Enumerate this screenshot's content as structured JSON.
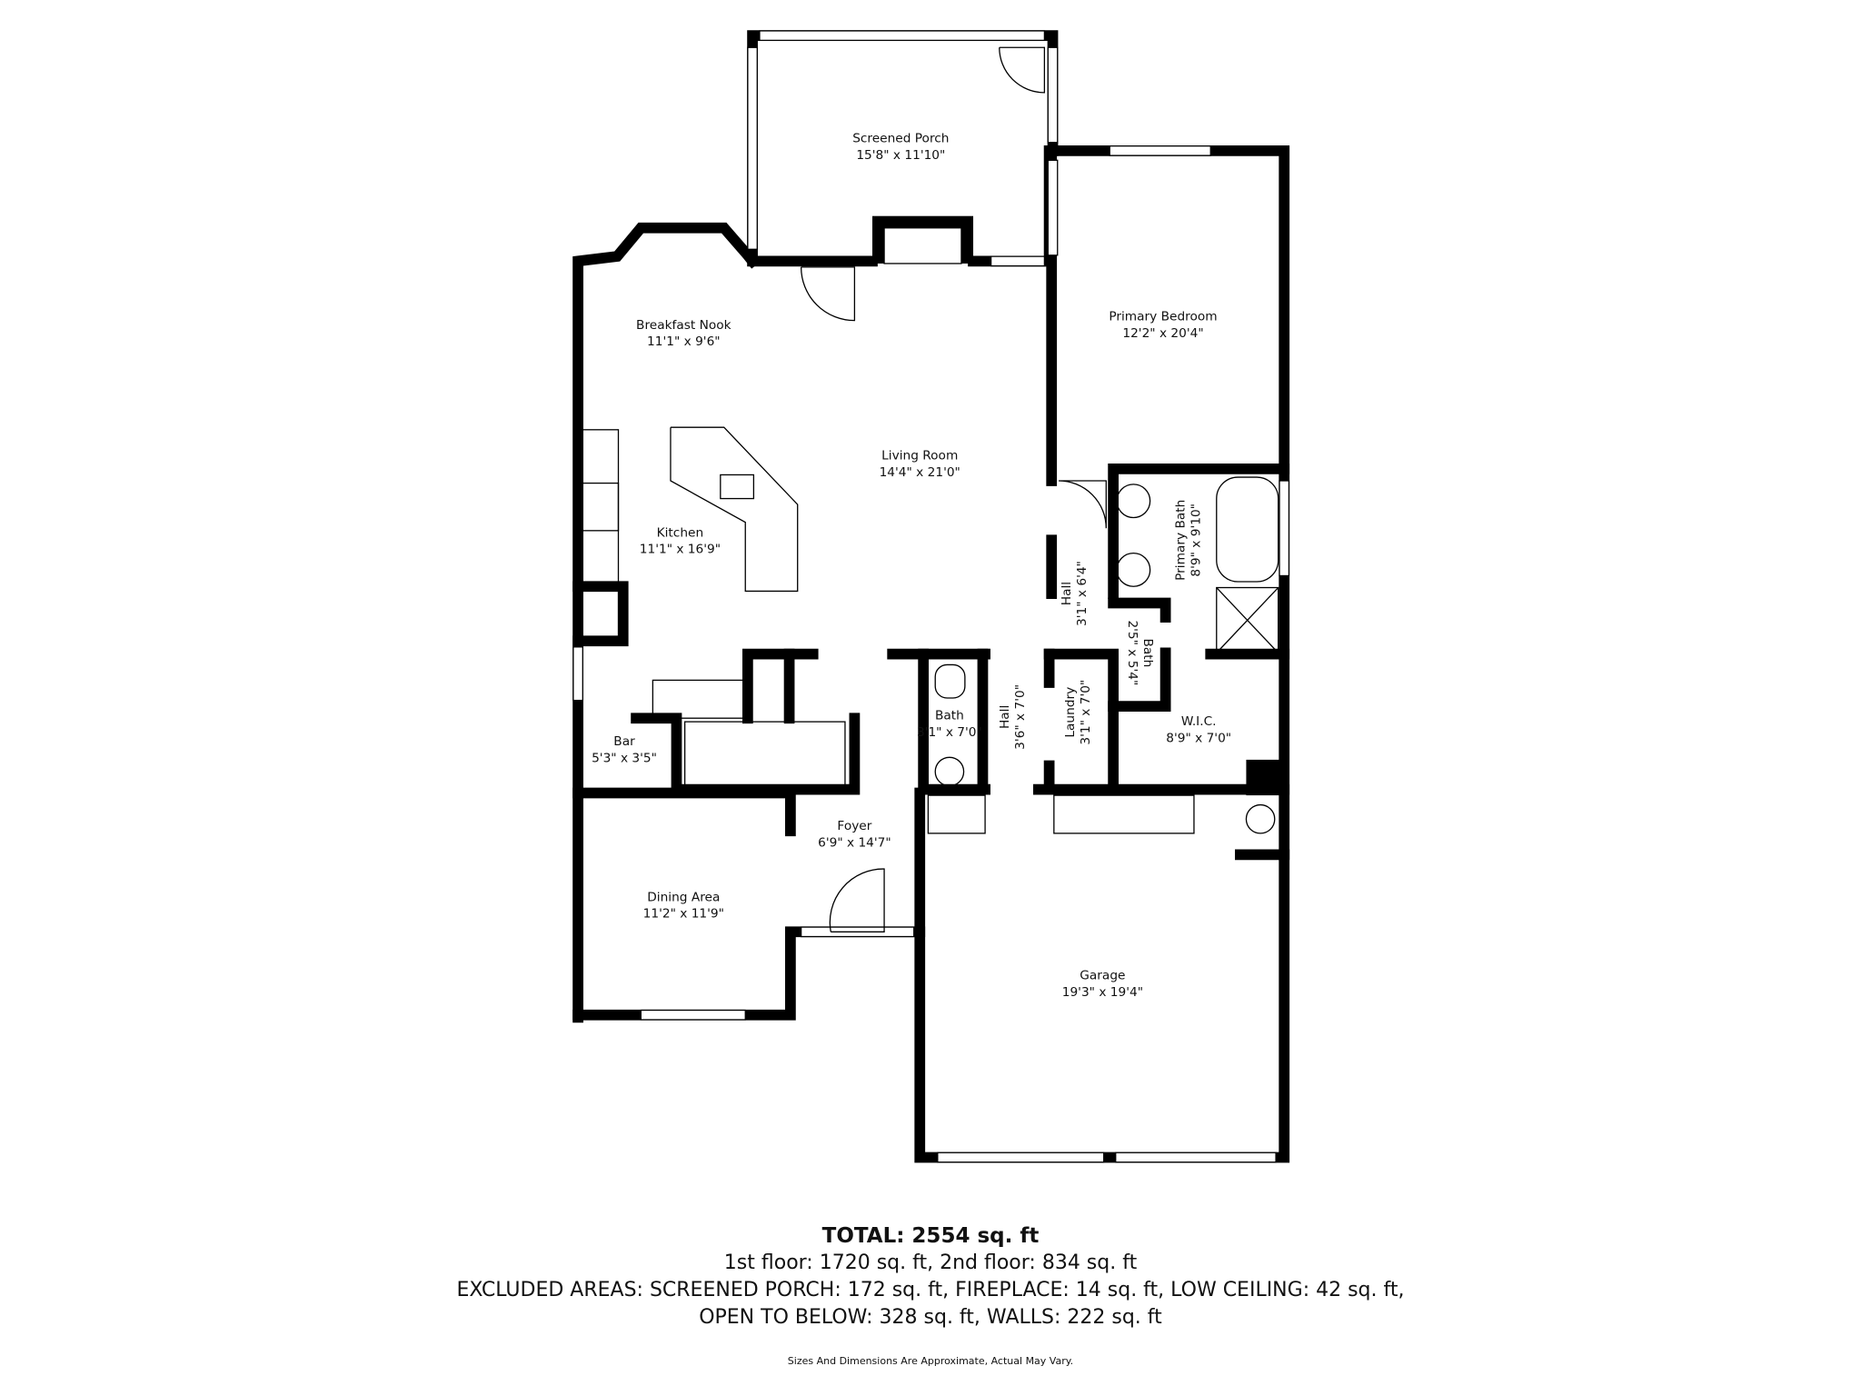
{
  "rooms": {
    "screened_porch": {
      "name": "Screened Porch",
      "dims": "15'8\" x 11'10\""
    },
    "breakfast_nook": {
      "name": "Breakfast Nook",
      "dims": "11'1\" x 9'6\""
    },
    "primary_bedroom": {
      "name": "Primary Bedroom",
      "dims": "12'2\" x 20'4\""
    },
    "living_room": {
      "name": "Living Room",
      "dims": "14'4\" x 21'0\""
    },
    "kitchen": {
      "name": "Kitchen",
      "dims": "11'1\" x 16'9\""
    },
    "primary_bath": {
      "name": "Primary Bath",
      "dims": "8'9\" x 9'10\""
    },
    "hall_1": {
      "name": "Hall",
      "dims": "3'1\" x 6'4\""
    },
    "bath_small": {
      "name": "Bath",
      "dims": "2'5\" x 5'4\""
    },
    "bath": {
      "name": "Bath",
      "dims": "3'1\" x 7'0\""
    },
    "hall_2": {
      "name": "Hall",
      "dims": "3'6\" x 7'0\""
    },
    "laundry": {
      "name": "Laundry",
      "dims": "3'1\" x 7'0\""
    },
    "wic": {
      "name": "W.I.C.",
      "dims": "8'9\" x 7'0\""
    },
    "bar": {
      "name": "Bar",
      "dims": "5'3\" x 3'5\""
    },
    "foyer": {
      "name": "Foyer",
      "dims": "6'9\" x 14'7\""
    },
    "dining_area": {
      "name": "Dining Area",
      "dims": "11'2\" x 11'9\""
    },
    "garage": {
      "name": "Garage",
      "dims": "19'3\" x 19'4\""
    }
  },
  "summary": {
    "total": "TOTAL: 2554 sq. ft",
    "floors": "1st floor: 1720 sq. ft, 2nd floor: 834 sq. ft",
    "excluded_1": "EXCLUDED AREAS: SCREENED PORCH: 172 sq. ft, FIREPLACE: 14 sq. ft, LOW CEILING: 42 sq. ft,",
    "excluded_2": "OPEN TO BELOW: 328 sq. ft, WALLS: 222 sq. ft",
    "disclaimer": "Sizes And Dimensions Are Approximate, Actual May Vary."
  }
}
